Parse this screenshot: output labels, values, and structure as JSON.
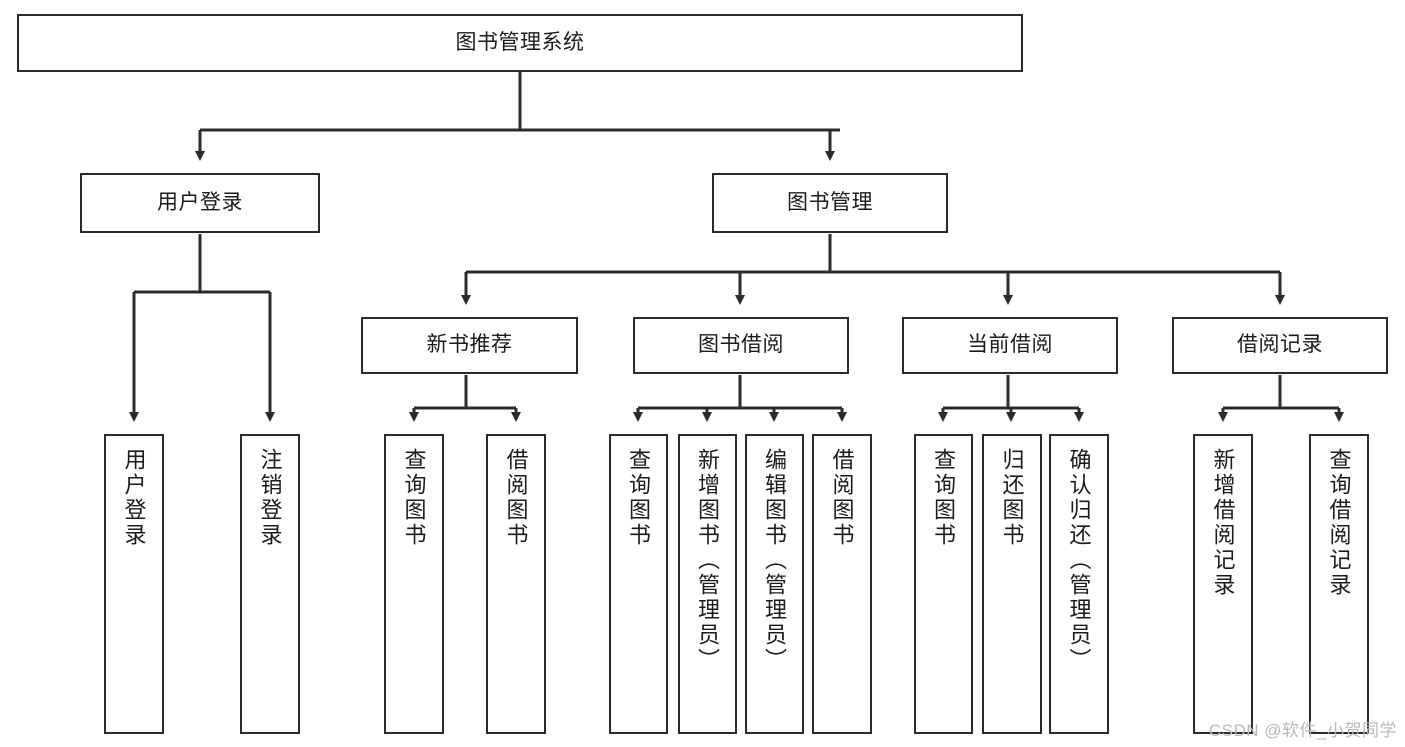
{
  "diagram": {
    "type": "tree",
    "title": "图书管理系统",
    "watermark": "CSDN @软件_小贺同学",
    "colors": {
      "stroke": "#2b2b2b",
      "fill": "#ffffff",
      "text": "#1b1b1b",
      "watermark": "#b9b9b9"
    },
    "nodes": {
      "root": {
        "label": "图书管理系统"
      },
      "level1": [
        {
          "label": "用户登录"
        },
        {
          "label": "图书管理"
        }
      ],
      "level2": [
        {
          "label": "新书推荐"
        },
        {
          "label": "图书借阅"
        },
        {
          "label": "当前借阅"
        },
        {
          "label": "借阅记录"
        }
      ],
      "leaves": [
        {
          "label": "用户登录",
          "parent": "用户登录"
        },
        {
          "label": "注销登录",
          "parent": "用户登录"
        },
        {
          "label": "查询图书",
          "parent": "新书推荐"
        },
        {
          "label": "借阅图书",
          "parent": "新书推荐"
        },
        {
          "label": "查询图书",
          "parent": "图书借阅"
        },
        {
          "label": "新增图书（管理员）",
          "parent": "图书借阅"
        },
        {
          "label": "编辑图书（管理员）",
          "parent": "图书借阅"
        },
        {
          "label": "借阅图书",
          "parent": "图书借阅"
        },
        {
          "label": "查询图书",
          "parent": "当前借阅"
        },
        {
          "label": "归还图书",
          "parent": "当前借阅"
        },
        {
          "label": "确认归还（管理员）",
          "parent": "当前借阅"
        },
        {
          "label": "新增借阅记录",
          "parent": "借阅记录"
        },
        {
          "label": "查询借阅记录",
          "parent": "借阅记录"
        }
      ]
    }
  }
}
